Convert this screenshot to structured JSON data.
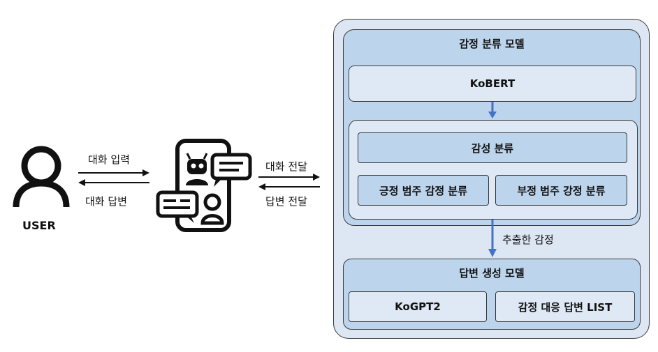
{
  "user": {
    "label": "USER"
  },
  "left_arrows": {
    "top_label": "대화 입력",
    "bottom_label": "대화 답변"
  },
  "right_arrows": {
    "top_label": "대화 전달",
    "bottom_label": "답변 전달"
  },
  "emotion_model": {
    "title": "감정 분류 모델",
    "kobert": "KoBERT",
    "inner": {
      "classify": "감성 분류",
      "positive": "긍정 범주 감정 분류",
      "negative": "부정 범주 강정 분류"
    }
  },
  "extracted_label": "추출한 감정",
  "answer_model": {
    "title": "답변 생성 모델",
    "kogpt": "KoGPT2",
    "list": "감정 대응 답변 LIST"
  },
  "colors": {
    "outer_panel": "#dde7f3",
    "model_panel": "#bcd5ec",
    "light_box": "#dfe9f5",
    "arrow_blue": "#4472c4"
  }
}
